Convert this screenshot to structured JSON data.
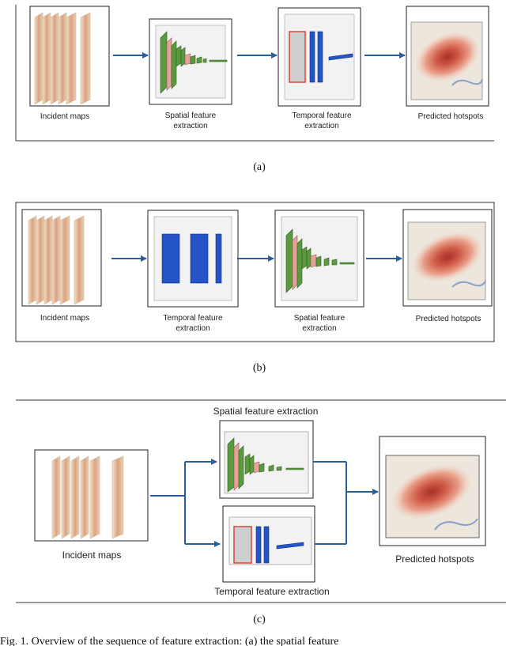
{
  "panels": [
    {
      "id": "a",
      "caption": "(a)",
      "stages": [
        {
          "kind": "maps",
          "lines": [
            "Incident maps"
          ]
        },
        {
          "kind": "spatial",
          "lines": [
            "Spatial feature",
            "extraction"
          ]
        },
        {
          "kind": "temporal",
          "lines": [
            "Temporal feature",
            "extraction"
          ]
        },
        {
          "kind": "heatmap",
          "lines": [
            "Predicted hotspots"
          ]
        }
      ]
    },
    {
      "id": "b",
      "caption": "(b)",
      "stages": [
        {
          "kind": "maps",
          "lines": [
            "Incident maps"
          ]
        },
        {
          "kind": "temporal",
          "lines": [
            "Temporal feature",
            "extraction"
          ]
        },
        {
          "kind": "spatial",
          "lines": [
            "Spatial feature",
            "extraction"
          ]
        },
        {
          "kind": "heatmap",
          "lines": [
            "Predicted hotspots"
          ]
        }
      ]
    },
    {
      "id": "c",
      "caption": "(c)",
      "input_label": "Incident maps",
      "spatial_label": "Spatial feature extraction",
      "temporal_label": "Temporal feature extraction",
      "output_label": "Predicted hotspots"
    }
  ],
  "fig_caption": "Fig. 1.  Overview of the sequence of feature extraction: (a) the spatial feature",
  "colors": {
    "arrow": "#2a5f9e",
    "temporal_blue": "#2454c7",
    "spatial_green": "#5c9a3f",
    "spatial_pink": "#e3a39a",
    "hotspot_red": "#c8483a",
    "map_panel": "#e9c8a6"
  }
}
